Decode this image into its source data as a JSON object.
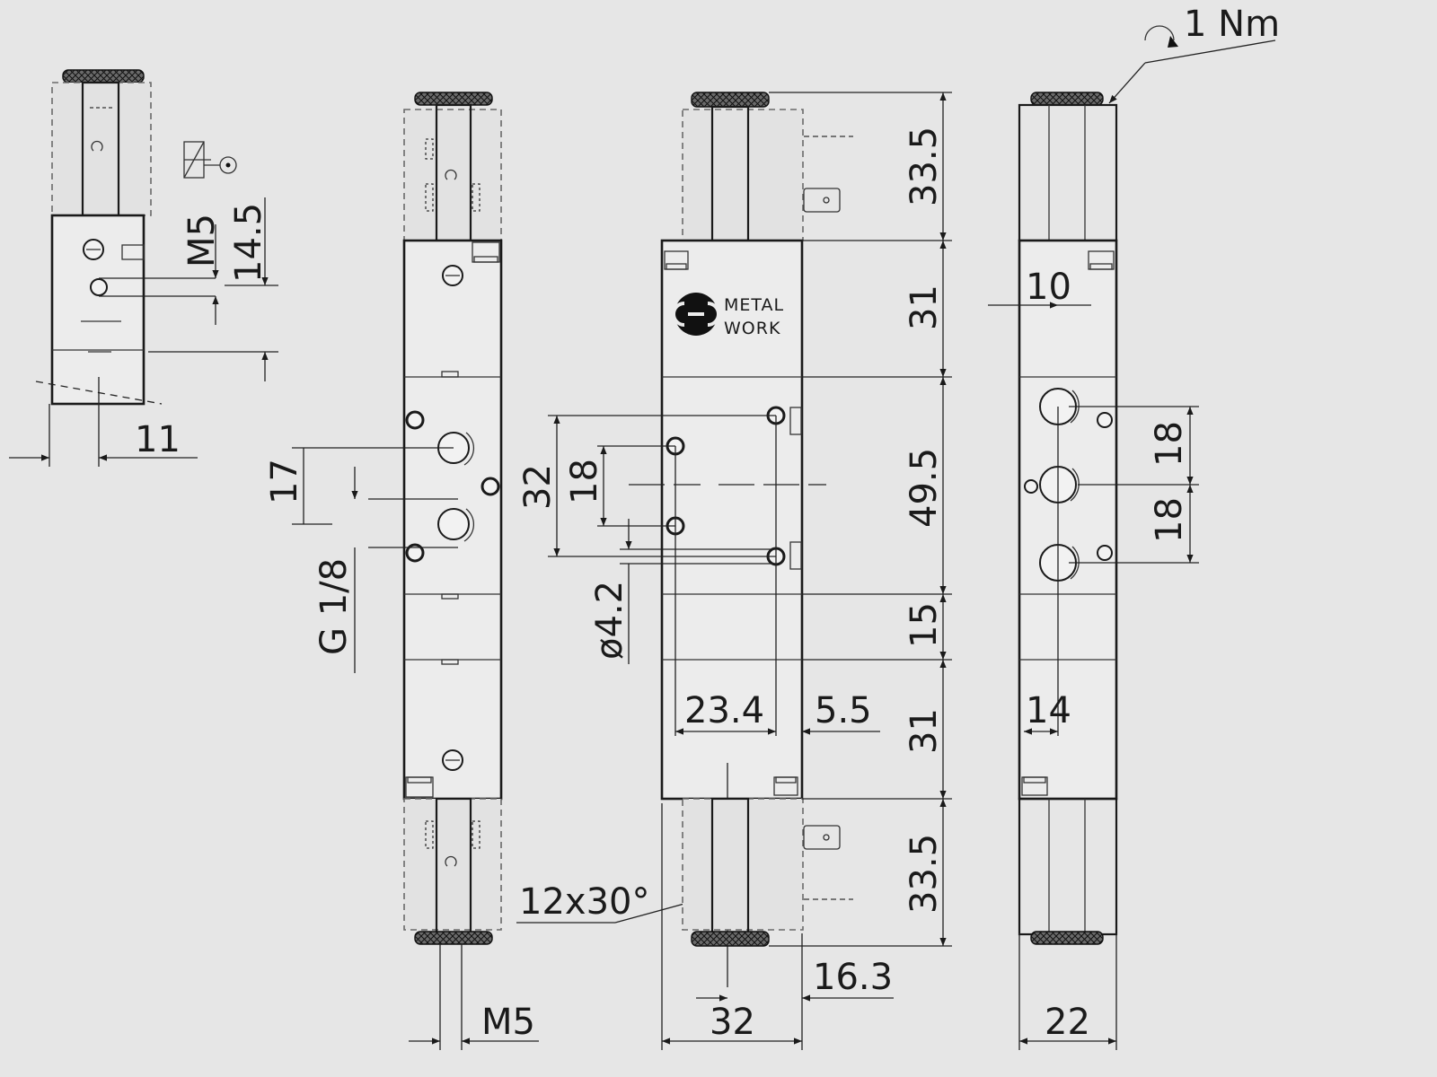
{
  "brand": {
    "line1": "METAL",
    "line2": "WORK"
  },
  "torque_label": "1 Nm",
  "dimensions": {
    "side_m5": "M5",
    "side_14_5": "14.5",
    "side_11": "11",
    "front_17": "17",
    "front_g18": "G 1/8",
    "front_m5": "M5",
    "angle": "12x30°",
    "mid_32v": "32",
    "mid_18v": "18",
    "mid_d42": "ø4.2",
    "mid_23_4": "23.4",
    "mid_5_5": "5.5",
    "mid_16_3": "16.3",
    "mid_32h": "32",
    "r_33_5a": "33.5",
    "r_31a": "31",
    "r_49_5": "49.5",
    "r_15": "15",
    "r_31b": "31",
    "r_33_5b": "33.5",
    "back_10": "10",
    "back_18a": "18",
    "back_18b": "18",
    "back_14": "14",
    "back_22": "22"
  }
}
